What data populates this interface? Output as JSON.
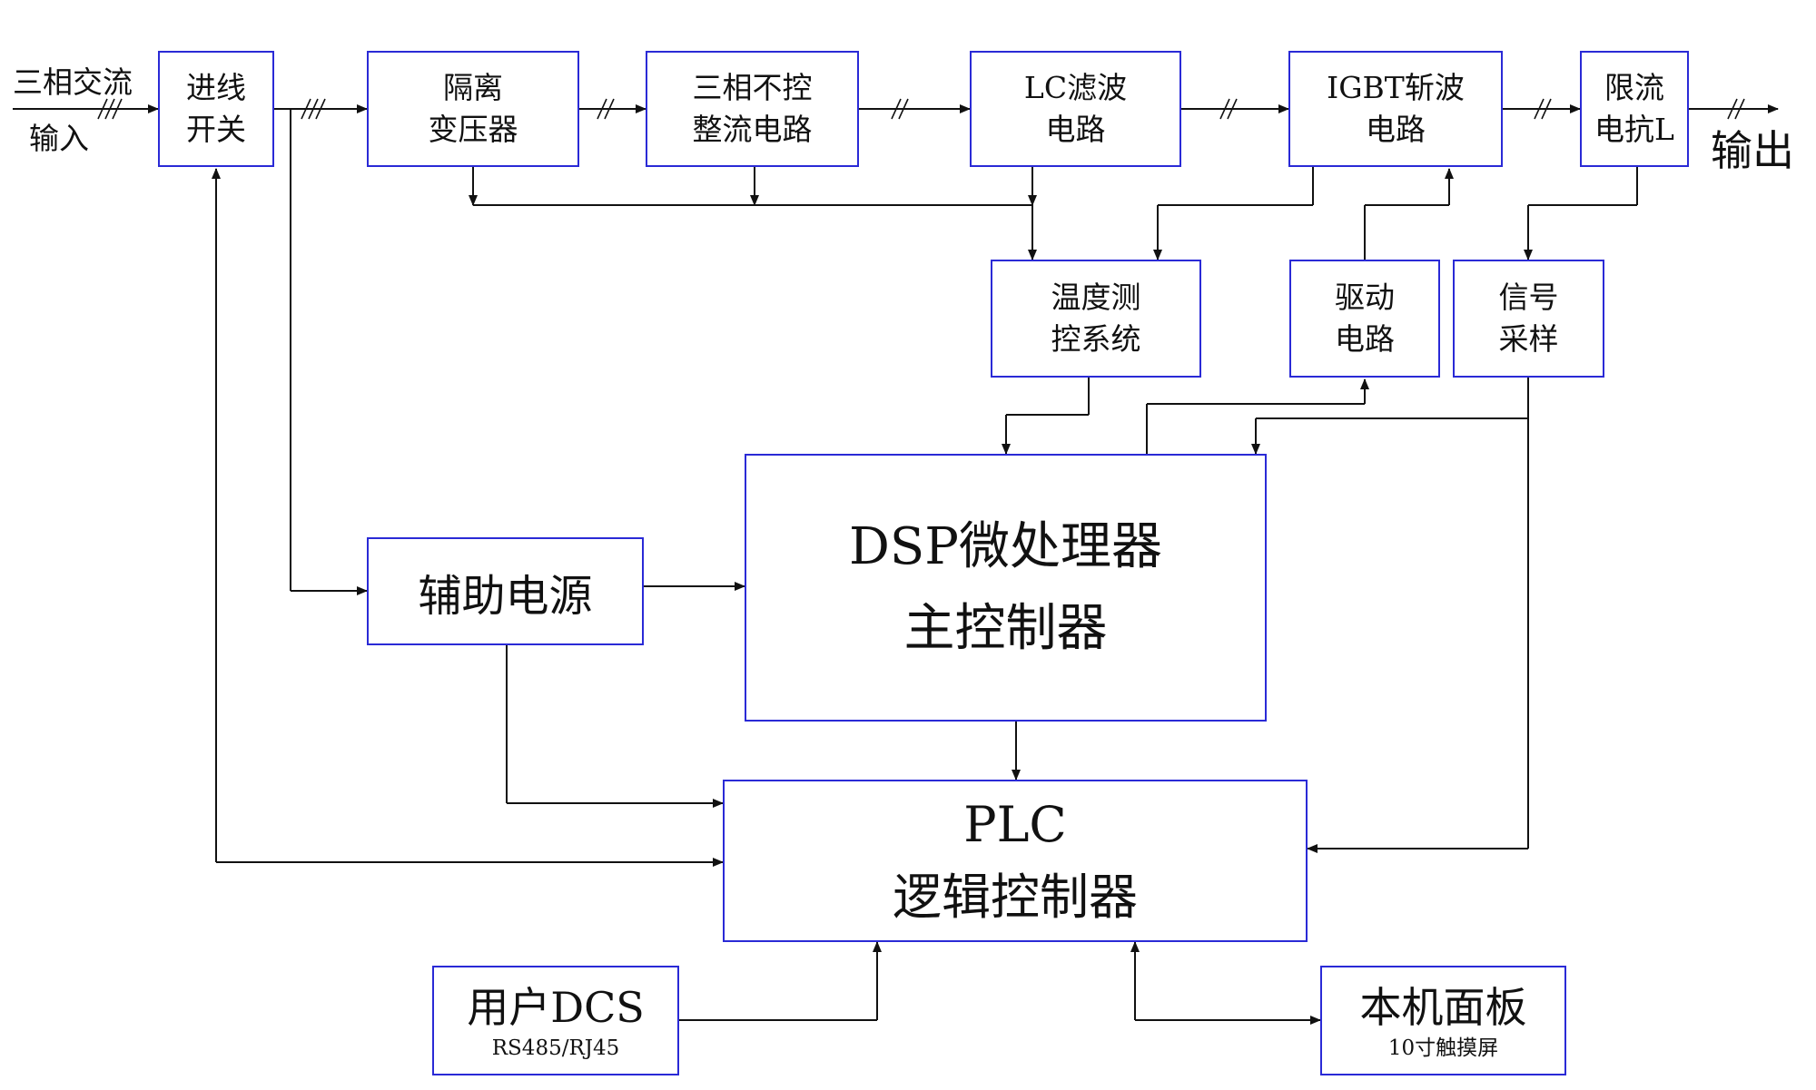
{
  "labels": {
    "input_line1": "三相交流",
    "input_line2": "输入",
    "output": "输出"
  },
  "blocks": {
    "switch": {
      "l1": "进线",
      "l2": "开关"
    },
    "transformer": {
      "l1": "隔离",
      "l2": "变压器"
    },
    "rectifier": {
      "l1": "三相不控",
      "l2": "整流电路"
    },
    "lc_filter": {
      "l1": "LC滤波",
      "l2": "电路"
    },
    "igbt": {
      "l1": "IGBT斩波",
      "l2": "电路"
    },
    "reactor": {
      "l1": "限流",
      "l2": "电抗L"
    },
    "temp": {
      "l1": "温度测",
      "l2": "控系统"
    },
    "driver": {
      "l1": "驱动",
      "l2": "电路"
    },
    "sampling": {
      "l1": "信号",
      "l2": "采样"
    },
    "aux_power": {
      "l1": "辅助电源"
    },
    "dsp": {
      "l1": "DSP微处理器",
      "l2": "主控制器"
    },
    "plc": {
      "l1": "PLC",
      "l2": "逻辑控制器"
    },
    "dcs": {
      "l1": "用户DCS",
      "l2": "RS485/RJ45"
    },
    "panel": {
      "l1": "本机面板",
      "l2": "10寸触摸屏"
    }
  },
  "colors": {
    "box_border": "#2a2ad6",
    "line": "#111111"
  }
}
